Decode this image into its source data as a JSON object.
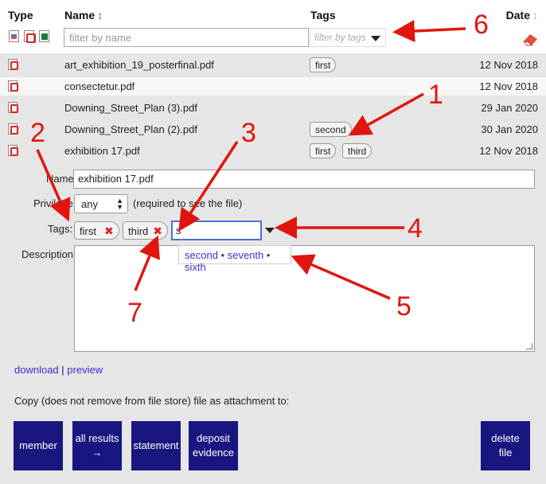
{
  "header": {
    "type_label": "Type",
    "name_label": "Name",
    "name_sort_icon": "↕",
    "tags_label": "Tags",
    "date_label": "Date",
    "date_sort_icon": "↕",
    "filter_name_placeholder": "filter by name",
    "filter_tags_placeholder": "filter by tags",
    "type_icons": [
      "image-file-icon",
      "pdf-file-icon",
      "spreadsheet-file-icon"
    ],
    "clear_icon": "eraser-icon"
  },
  "files": [
    {
      "name": "art_exhibition_19_posterfinal.pdf",
      "tags": [
        "first"
      ],
      "date": "12 Nov 2018"
    },
    {
      "name": "consectetur.pdf",
      "tags": [],
      "date": "12 Nov 2018"
    },
    {
      "name": "Downing_Street_Plan (3).pdf",
      "tags": [],
      "date": "29 Jan 2020"
    },
    {
      "name": "Downing_Street_Plan (2).pdf",
      "tags": [
        "second"
      ],
      "date": "30 Jan 2020"
    },
    {
      "name": "exhibition 17.pdf",
      "tags": [
        "first",
        "third"
      ],
      "date": "12 Nov 2018"
    }
  ],
  "details": {
    "name_label": "Name:",
    "name_value": "exhibition 17.pdf",
    "privilege_label": "Privilege:",
    "privilege_value": "any",
    "privilege_note": "(required to see the file)",
    "tags_label": "Tags:",
    "tags": [
      "first",
      "third"
    ],
    "remove_tag_icon": "✖",
    "tag_input_value": "s",
    "suggestions": [
      "second",
      "seventh",
      "sixth"
    ],
    "suggestion_sep": "•",
    "description_label": "Description:",
    "description_value": ""
  },
  "links": {
    "download": "download",
    "separator": "|",
    "preview": "preview"
  },
  "copy_text": "Copy (does not remove from file store) file as attachment to:",
  "buttons": {
    "member": "member",
    "all_results_line1": "all results",
    "all_results_line2": "→",
    "statement": "statement",
    "deposit_line1": "deposit",
    "deposit_line2": "evidence",
    "delete_line1": "delete",
    "delete_line2": "file"
  },
  "annotations": [
    "1",
    "2",
    "3",
    "4",
    "5",
    "6",
    "7"
  ],
  "colors": {
    "accent_button": "#1a1680",
    "annotation": "#e0160e",
    "link": "#3b2fd0",
    "remove": "#d8241a",
    "sort_active": "#1a9b3a"
  }
}
